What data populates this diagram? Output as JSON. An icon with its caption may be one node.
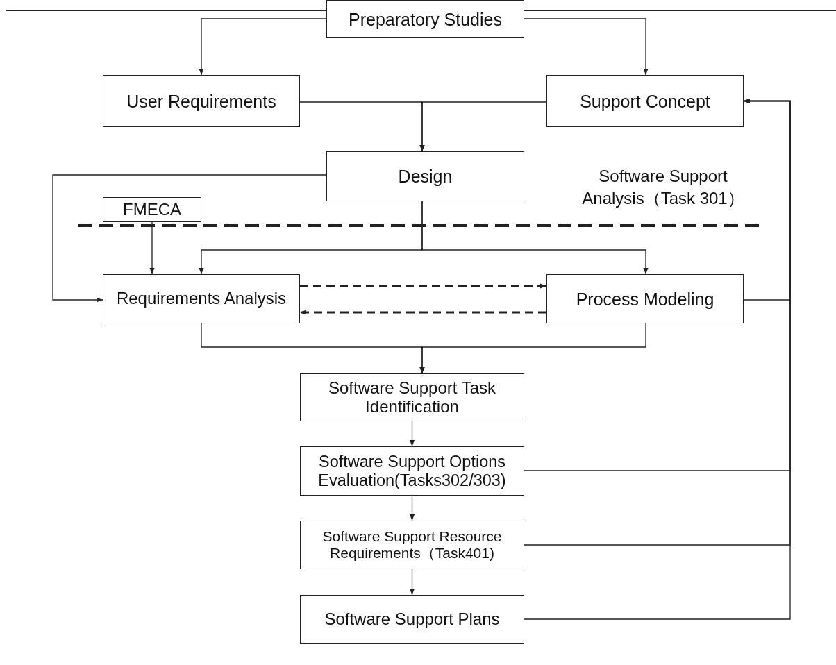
{
  "diagram": {
    "nodes": [
      {
        "text": [
          "Preparatory Studies"
        ]
      },
      {
        "text": [
          "User Requirements"
        ]
      },
      {
        "text": [
          "Support Concept"
        ]
      },
      {
        "text": [
          "Design"
        ]
      },
      {
        "text": [
          "FMECA"
        ]
      },
      {
        "text": [
          "Requirements Analysis"
        ]
      },
      {
        "text": [
          "Process Modeling"
        ]
      },
      {
        "text": [
          "Software Support Task Identification"
        ]
      },
      {
        "text": [
          "Software Support Options Evaluation(Tasks302/303)"
        ]
      },
      {
        "text": [
          "Software Support Resource Requirements（Task401)"
        ]
      },
      {
        "text": [
          "Software Support Plans"
        ]
      }
    ],
    "edges": [
      {
        "from": 0,
        "to": 1,
        "arrow": "to"
      },
      {
        "from": 0,
        "to": 2,
        "arrow": "to"
      },
      {
        "from": 1,
        "to": 3,
        "arrow": "to"
      },
      {
        "from": 2,
        "to": 3,
        "arrow": "to"
      },
      {
        "from": 3,
        "to": 5,
        "arrow": "to"
      },
      {
        "from": 3,
        "to": 5,
        "arrow": "to"
      },
      {
        "from": 3,
        "to": 6,
        "arrow": "to"
      },
      {
        "from": 4,
        "to": 5,
        "arrow": "to"
      },
      {
        "from": 5,
        "to": 6,
        "arrow": "to",
        "style": "dashed"
      },
      {
        "from": 6,
        "to": 5,
        "arrow": "to",
        "style": "dashed"
      },
      {
        "from": 5,
        "to": 7,
        "arrow": "to"
      },
      {
        "from": 6,
        "to": 7,
        "arrow": "to"
      },
      {
        "from": 7,
        "to": 8,
        "arrow": "to"
      },
      {
        "from": 8,
        "to": 9,
        "arrow": "to"
      },
      {
        "from": 9,
        "to": 10,
        "arrow": "to"
      },
      {
        "from": 6,
        "to": 2,
        "arrow": "to"
      },
      {
        "from": 8,
        "to": 2,
        "arrow": "to"
      },
      {
        "from": 9,
        "to": 2,
        "arrow": "to"
      },
      {
        "from": 10,
        "to": 2,
        "arrow": "to"
      }
    ],
    "labels": [
      "Software Support Analysis（Task 301）"
    ]
  }
}
